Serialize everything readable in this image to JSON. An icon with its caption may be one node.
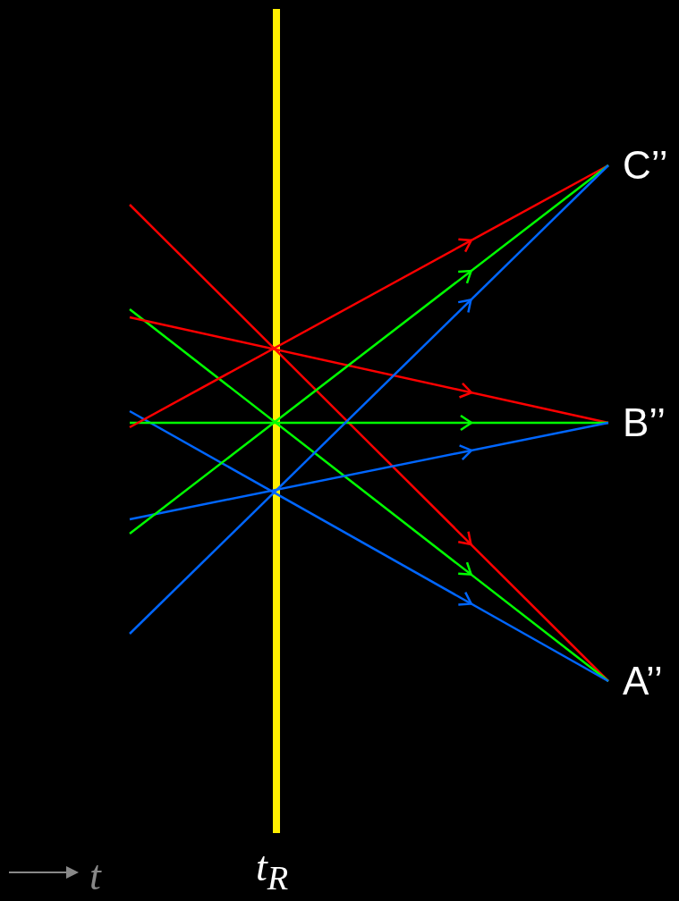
{
  "diagram": {
    "nodes": [
      {
        "text": [
          "C’’"
        ]
      },
      {
        "text": [
          "B’’"
        ]
      },
      {
        "text": [
          "A’’"
        ]
      }
    ],
    "edges": [
      {
        "from": null,
        "to": 2,
        "arrow": "to",
        "color": "#ff0000"
      },
      {
        "from": null,
        "to": 2,
        "arrow": "to",
        "color": "#00ff00"
      },
      {
        "from": null,
        "to": 1,
        "arrow": "to",
        "color": "#ff0000"
      },
      {
        "from": null,
        "to": 2,
        "arrow": "to",
        "color": "#0066ff"
      },
      {
        "from": null,
        "to": 1,
        "arrow": "to",
        "color": "#00ff00"
      },
      {
        "from": null,
        "to": 0,
        "arrow": "to",
        "color": "#ff0000"
      },
      {
        "from": null,
        "to": 1,
        "arrow": "to",
        "color": "#0066ff"
      },
      {
        "from": null,
        "to": 0,
        "arrow": "to",
        "color": "#00ff00"
      },
      {
        "from": null,
        "to": 0,
        "arrow": "to",
        "color": "#0066ff"
      }
    ],
    "labels": [
      "t",
      "t$_{R}$"
    ]
  }
}
